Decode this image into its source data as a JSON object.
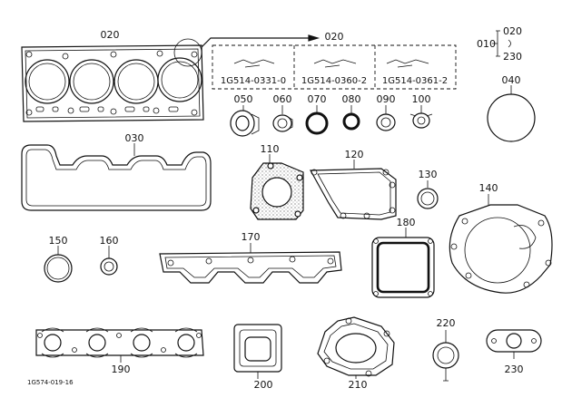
{
  "labels": {
    "p020_head": "020",
    "p020_box": "020",
    "p010": "010",
    "p010_top": "020",
    "p010_bottom": "230",
    "p030": "030",
    "p040": "040",
    "p050": "050",
    "p060": "060",
    "p070": "070",
    "p080": "080",
    "p090": "090",
    "p100": "100",
    "p110": "110",
    "p120": "120",
    "p130": "130",
    "p140": "140",
    "p150": "150",
    "p160": "160",
    "p170": "170",
    "p180": "180",
    "p190": "190",
    "p200": "200",
    "p210": "210",
    "p220": "220",
    "p230": "230"
  },
  "part_numbers": [
    "1G514-0331-0",
    "1G514-0360-2",
    "1G514-0361-2"
  ],
  "drawing_id": "1G574-019-16",
  "colors": {
    "line": "#111111",
    "background": "#ffffff"
  }
}
